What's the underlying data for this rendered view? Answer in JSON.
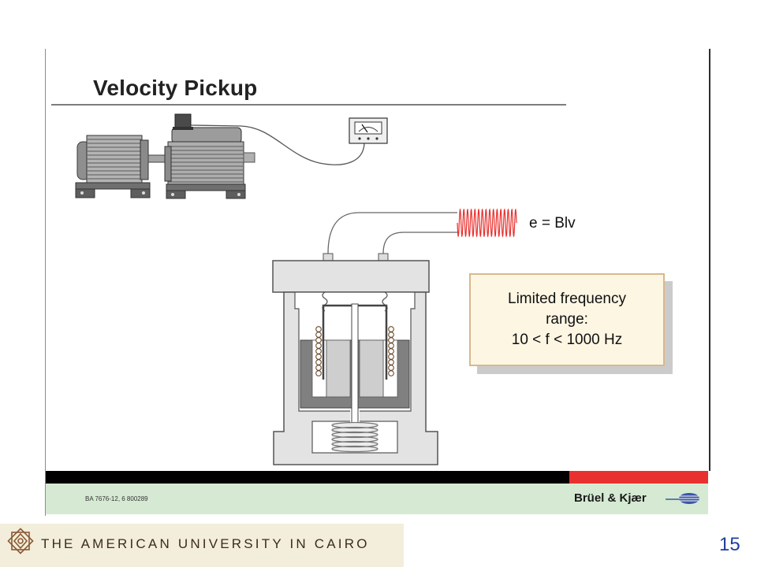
{
  "slide": {
    "title": "Velocity Pickup",
    "equation": "e = Blv",
    "note_box": {
      "lines": [
        "Limited frequency",
        "range:",
        "10 < f < 1000 Hz"
      ]
    },
    "footer": {
      "document_code": "BA 7676-12, 6 800289",
      "brand": "Brüel & Kjær",
      "brand_logo_icon": "bruel-kjaer-logo-icon"
    }
  },
  "university_banner": {
    "name": "THE AMERICAN UNIVERSITY IN CAIRO",
    "logo_icon": "auc-logo-icon"
  },
  "page_number": "15",
  "colors": {
    "footer_black": "#000000",
    "footer_red": "#e8312f",
    "footer_green": "#d6ead3",
    "note_box_fill": "#fdf6e3",
    "note_box_border": "#d9b88c",
    "waveform": "#e8312f",
    "page_number": "#1f3f9e",
    "university_band": "#f3eedb",
    "brand_blue": "#3a57a6",
    "university_brown": "#8a5a34"
  }
}
